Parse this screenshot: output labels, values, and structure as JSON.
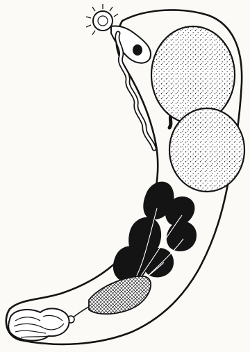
{
  "figure": {
    "background": "#fbfaf6",
    "ink": "#141414",
    "structures": [
      "body-outline",
      "oral-sucker",
      "pharynx",
      "esophagus",
      "intestinal-cecum",
      "anterior-testis",
      "posterior-testis",
      "vitellarium-lobes",
      "ovary",
      "uterus",
      "genital-pore"
    ]
  }
}
